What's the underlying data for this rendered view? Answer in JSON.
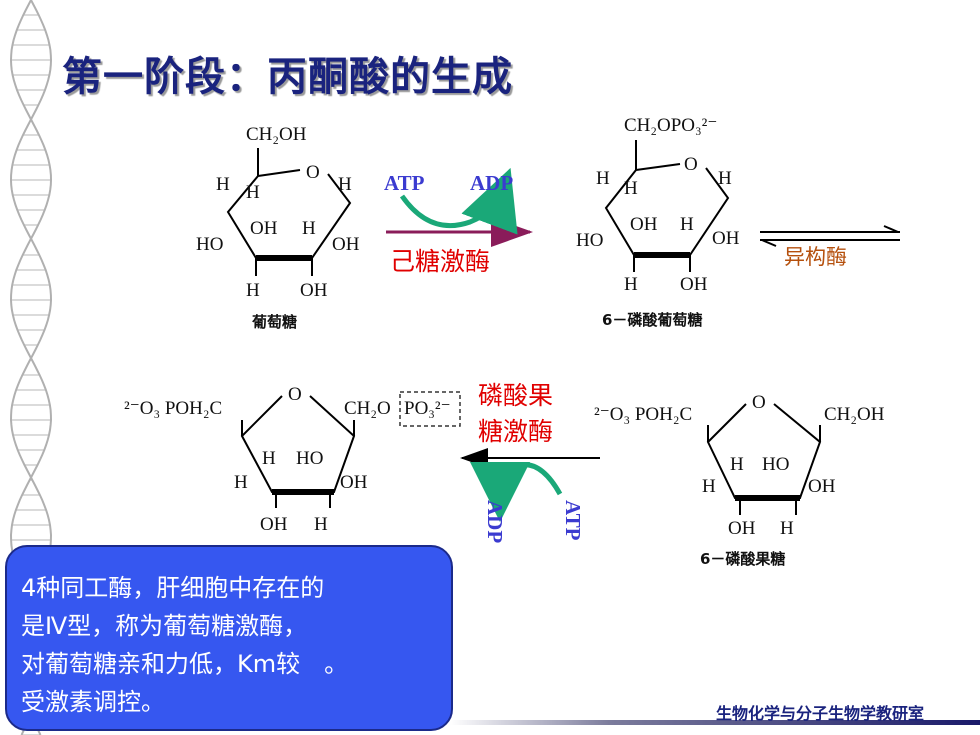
{
  "slide": {
    "title": "第一阶段：丙酮酸的生成",
    "footer": "生物化学与分子生物学教研室"
  },
  "reaction1": {
    "substrate": {
      "name": "葡萄糖",
      "top_group": "CH₂OH",
      "ring_o": "O",
      "h_upper_left_outer": "H",
      "h_upper_left_inner": "H",
      "h_upper_right": "H",
      "ho_left": "HO",
      "oh_mid": "OH",
      "h_mid": "H",
      "oh_right": "OH",
      "h_bottom": "H",
      "oh_bottom": "OH"
    },
    "cofactor_in": "ATP",
    "cofactor_out": "ADP",
    "enzyme": "己糖激酶",
    "product": {
      "name": "6－磷酸葡萄糖",
      "top_group": "CH₂OPO₃²⁻",
      "ring_o": "O",
      "h_upper_left_outer": "H",
      "h_upper_left_inner": "H",
      "h_upper_right": "H",
      "ho_left": "HO",
      "oh_mid": "OH",
      "h_mid": "H",
      "oh_right": "OH",
      "h_bottom": "H",
      "oh_bottom": "OH"
    },
    "next_enzyme": "异构酶"
  },
  "reaction2": {
    "substrate": {
      "name": "6－磷酸果糖",
      "left_group": "²⁻O₃ POH₂C",
      "right_group": "CH₂OH",
      "ring_o": "O",
      "h_inner": "H",
      "ho_inner": "HO",
      "h_outer": "H",
      "oh_right": "OH",
      "oh_bottom": "OH",
      "h_bottom": "H"
    },
    "enzyme_line1": "磷酸果",
    "enzyme_line2": "糖激酶",
    "cofactor_in": "ATP",
    "cofactor_out": "ADP",
    "product": {
      "left_group": "²⁻O₃ POH₂C",
      "right_group_a": "CH₂O",
      "right_group_b": "PO₃²⁻",
      "ring_o": "O",
      "h_inner": "H",
      "ho_inner": "HO",
      "h_outer": "H",
      "oh_right": "OH",
      "oh_bottom": "OH",
      "h_bottom": "H"
    }
  },
  "note": {
    "lines": [
      "4种同工酶，肝细胞中存在的",
      "是Ⅳ型，称为葡萄糖激酶，",
      "对葡萄糖亲和力低，Km较　。",
      "受激素调控。"
    ]
  },
  "colors": {
    "title": "#1a237e",
    "note_bg": "#3657f0",
    "enzyme_red": "#e00000",
    "cofactor_blue": "#3b3bd0",
    "isomerase_brown": "#b5500d",
    "arrow_green": "#1aa878"
  }
}
